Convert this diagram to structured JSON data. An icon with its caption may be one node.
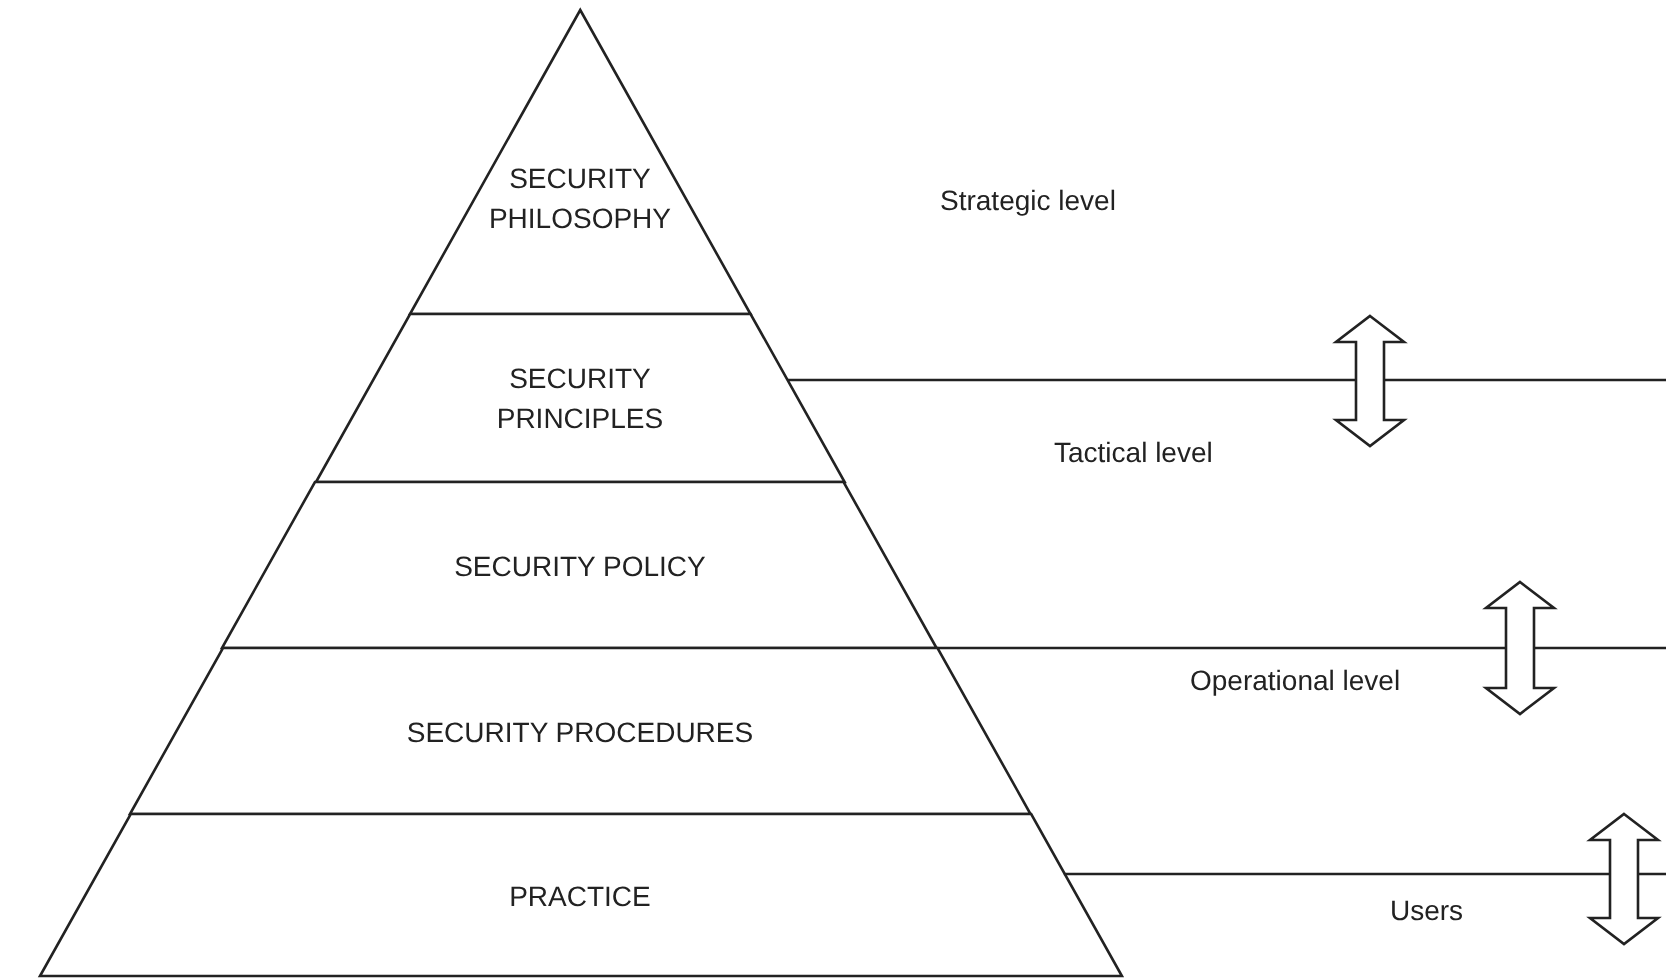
{
  "diagram": {
    "nodes": [
      {
        "text": [
          "SECURITY PHILOSOPHY"
        ]
      },
      {
        "text": [
          "SECURITY PRINCIPLES"
        ]
      },
      {
        "text": [
          "SECURITY POLICY"
        ]
      },
      {
        "text": [
          "SECURITY PROCEDURES"
        ]
      },
      {
        "text": [
          "PRACTICE"
        ]
      }
    ],
    "edges": [],
    "labels": [
      "Strategic level",
      "Tactical level",
      "Operational level",
      "Users"
    ]
  }
}
